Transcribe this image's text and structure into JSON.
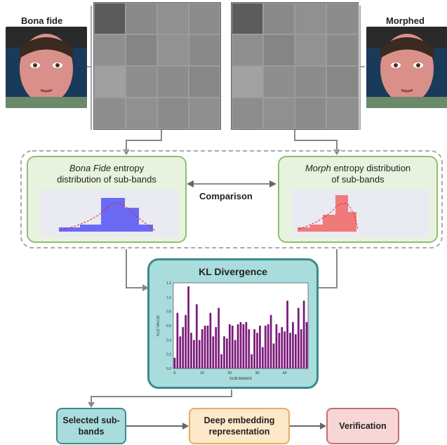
{
  "faces": {
    "left_label": "Bona fide",
    "right_label": "Morphed"
  },
  "boxes": {
    "bonafide_title_italic": "Bona Fide",
    "bonafide_title_rest": " entropy",
    "bonafide_title_line2": "distribution of sub-bands",
    "morph_title_italic": "Morph",
    "morph_title_rest": " entropy distribution",
    "morph_title_line2": "of sub-bands",
    "comparison_label": "Comparison",
    "kl_title": "KL Divergence"
  },
  "flow": {
    "selected": "Selected sub-bands",
    "embedding": "Deep embedding representation",
    "verification": "Verification"
  },
  "colors": {
    "histogram_blue": "#6a6af5",
    "histogram_red": "#f07a7a",
    "bar_purple": "#7b1a7b",
    "teal": "#a9dcdc",
    "selected_fill": "#a9dcdc",
    "embedding_fill": "#fde8c8",
    "verification_fill": "#f8d6d6"
  },
  "chart_data": [
    {
      "type": "bar",
      "xlabel": "SUB-BANDS",
      "ylabel": "KLD VALUE",
      "ylim": [
        0,
        1.2
      ],
      "xticks": [
        "0",
        "10",
        "20",
        "30",
        "40"
      ],
      "yticks": [
        "0.0",
        "0.2",
        "0.4",
        "0.6",
        "0.8",
        "1.0",
        "1.2"
      ],
      "values": [
        0.15,
        0.78,
        0.45,
        0.58,
        0.75,
        1.15,
        0.5,
        0.4,
        0.9,
        0.4,
        0.55,
        0.6,
        0.6,
        0.78,
        0.45,
        0.58,
        0.85,
        0.2,
        0.45,
        0.42,
        0.62,
        0.6,
        0.4,
        0.62,
        0.65,
        0.62,
        0.65,
        0.55,
        0.2,
        0.55,
        0.5,
        0.6,
        0.3,
        0.6,
        0.62,
        0.75,
        0.35,
        0.62,
        0.5,
        0.58,
        0.52,
        0.95,
        0.5,
        0.65,
        0.48,
        0.85,
        0.55,
        0.95,
        0.65
      ]
    }
  ]
}
